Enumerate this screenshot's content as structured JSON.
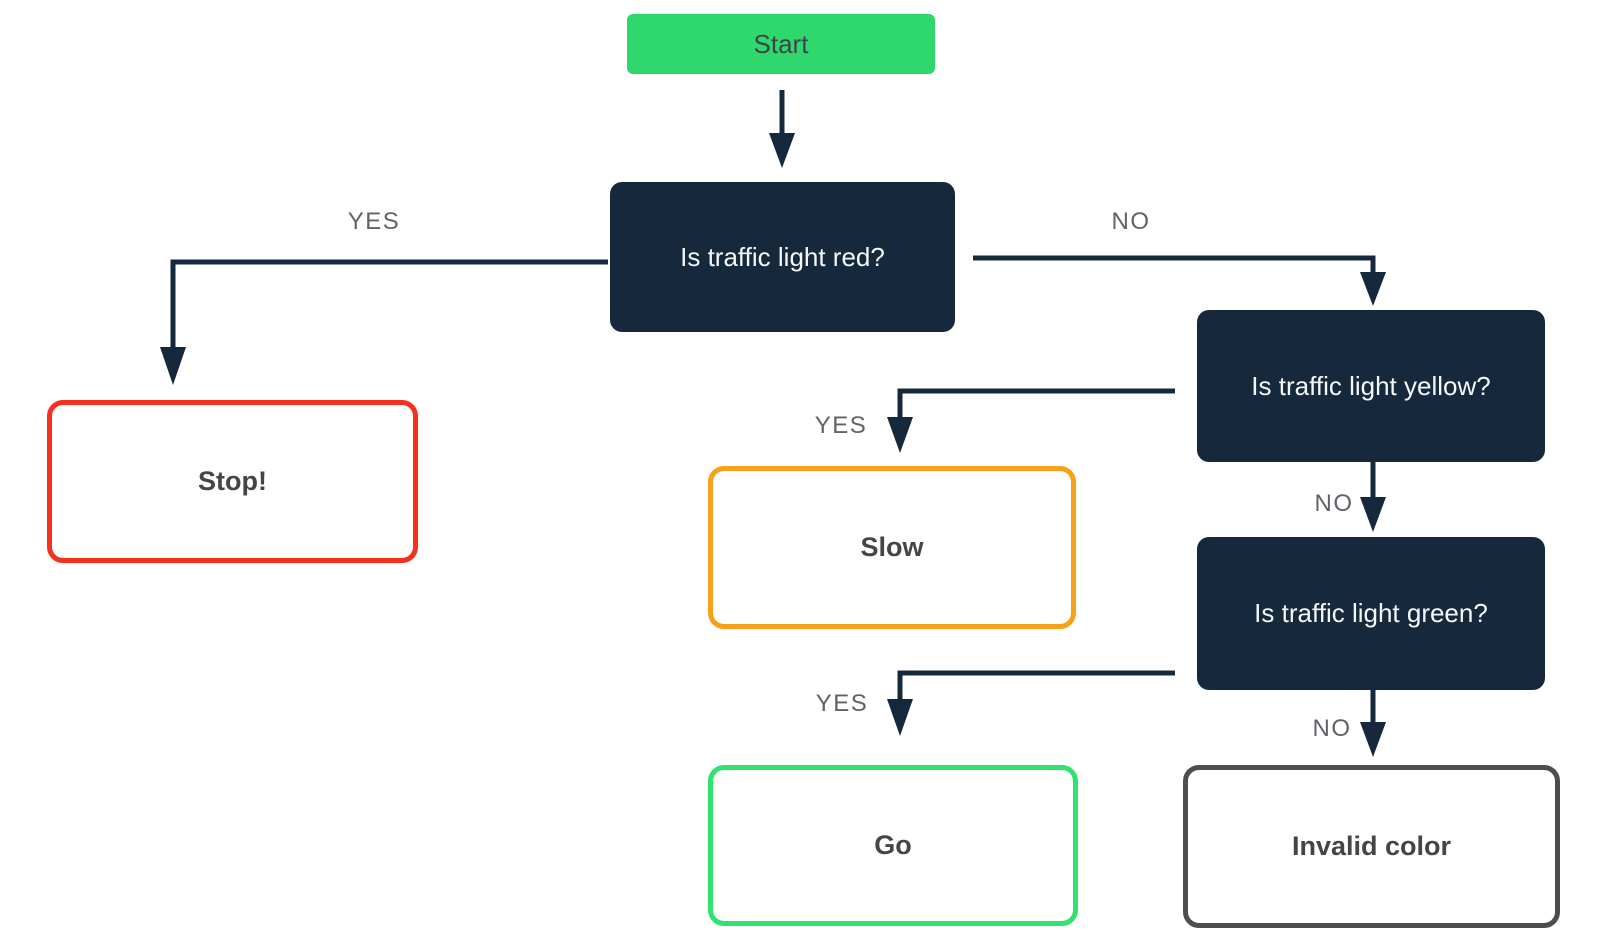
{
  "nodes": {
    "start": {
      "label": "Start",
      "fill": "#2ed86c",
      "text_color": "#3e444b"
    },
    "q_red": {
      "label": "Is traffic light red?",
      "fill": "#16293c",
      "text_color": "#f4f6f8"
    },
    "q_yellow": {
      "label": "Is traffic light yellow?",
      "fill": "#16293c",
      "text_color": "#f4f6f8"
    },
    "q_green": {
      "label": "Is traffic light green?",
      "fill": "#16293c",
      "text_color": "#f4f6f8"
    },
    "stop": {
      "label": "Stop!",
      "border": "#f5301f",
      "text_color": "#454545"
    },
    "slow": {
      "label": "Slow",
      "border": "#f7a11a",
      "text_color": "#454545"
    },
    "go": {
      "label": "Go",
      "border": "#2fe36f",
      "text_color": "#454545"
    },
    "invalid": {
      "label": "Invalid color",
      "border": "#4d4d4d",
      "text_color": "#454545"
    }
  },
  "edges": {
    "start_to_red": {
      "from": "start",
      "to": "q_red",
      "label": ""
    },
    "red_yes": {
      "from": "q_red",
      "to": "stop",
      "label": "YES"
    },
    "red_no": {
      "from": "q_red",
      "to": "q_yellow",
      "label": "NO"
    },
    "yellow_yes": {
      "from": "q_yellow",
      "to": "slow",
      "label": "YES"
    },
    "yellow_no": {
      "from": "q_yellow",
      "to": "q_green",
      "label": "NO"
    },
    "green_yes": {
      "from": "q_green",
      "to": "go",
      "label": "YES"
    },
    "green_no": {
      "from": "q_green",
      "to": "invalid",
      "label": "NO"
    }
  },
  "colors": {
    "connector": "#16293c",
    "edge_label": "#5f6368",
    "background": "#ffffff"
  }
}
